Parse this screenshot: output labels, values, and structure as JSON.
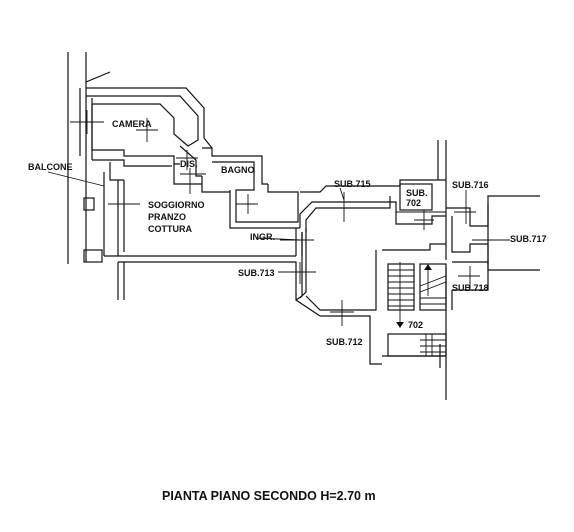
{
  "plan": {
    "title": "PIANTA PIANO SECONDO H=2.70 m",
    "rooms": {
      "camera": "CAMERA",
      "dis": "DIS.",
      "bagno": "BAGNO",
      "balcone": "BALCONE",
      "soggiorno": "SOGGIORNO",
      "pranzo": "PRANZO",
      "cottura": "COTTURA",
      "ingr": "INGR."
    },
    "subs": {
      "sub715": "SUB.715",
      "sub702_a": "SUB.",
      "sub702_b": "702",
      "sub716": "SUB.716",
      "sub717": "SUB.717",
      "sub713": "SUB.713",
      "sub718": "SUB.718",
      "sub712": "SUB.712",
      "stair702": "702"
    }
  }
}
